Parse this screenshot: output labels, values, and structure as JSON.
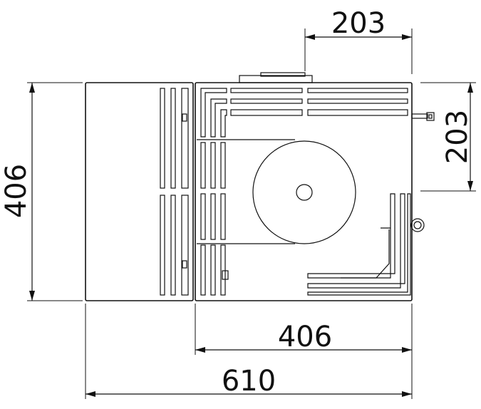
{
  "dimensions": {
    "top_width": "203",
    "right_height": "203",
    "left_height": "406",
    "bottom_inner_width": "406",
    "bottom_total_width": "610"
  },
  "colors": {
    "line": "#111111",
    "background": "#ffffff"
  }
}
